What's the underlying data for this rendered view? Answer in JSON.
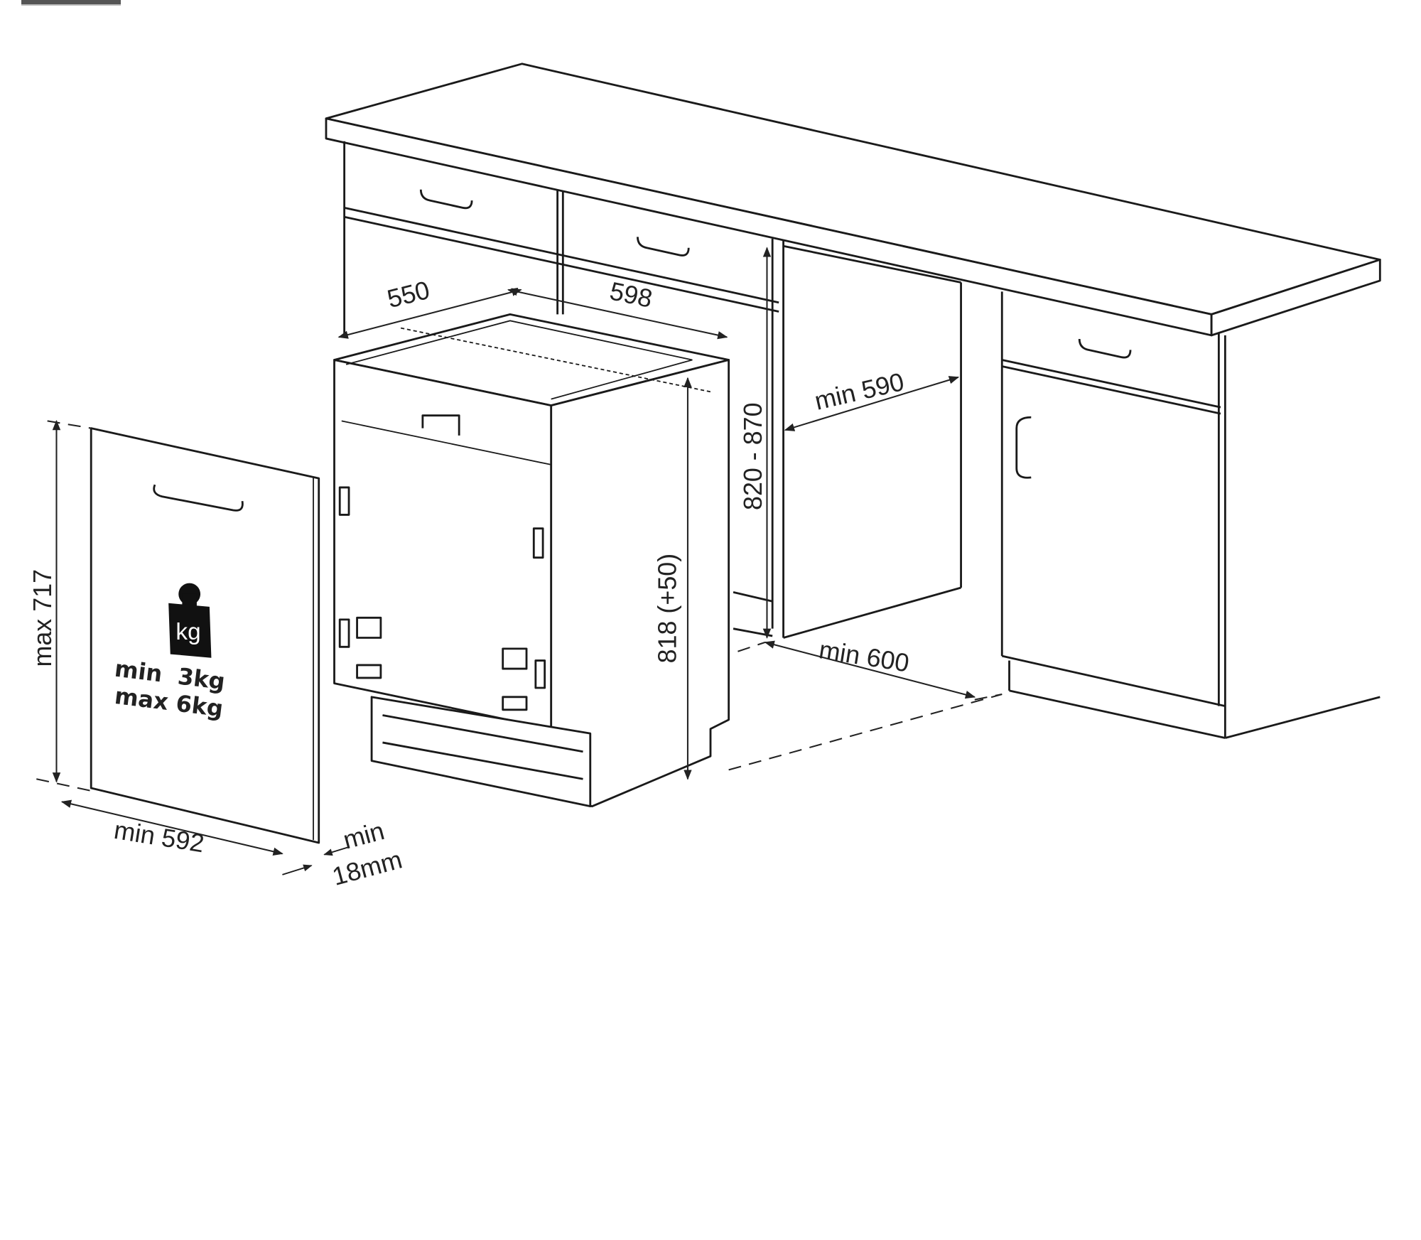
{
  "dimensions": {
    "depth": "550",
    "width": "598",
    "niche_height": "820 - 870",
    "appliance_height": "818 (+50)",
    "niche_width": "min 590",
    "niche_depth": "min 600",
    "door_height": "max 717",
    "door_width": "min 592",
    "door_thickness_line1": "min",
    "door_thickness_line2": "18mm"
  },
  "door_weight": {
    "icon": "weight-kg-icon",
    "icon_label": "kg",
    "min_label": "min  3kg",
    "max_label": "max 6kg"
  }
}
